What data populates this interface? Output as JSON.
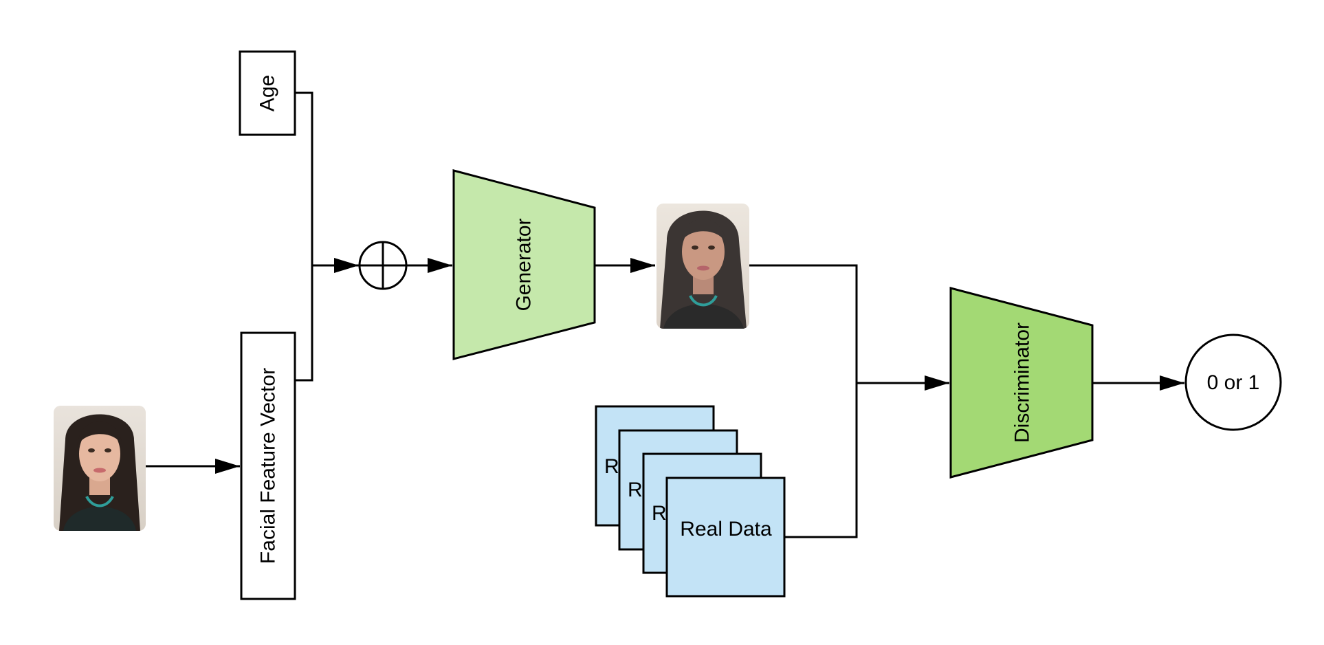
{
  "labels": {
    "age": "Age",
    "facial_feature_vector": "Facial Feature Vector",
    "generator": "Generator",
    "discriminator": "Discriminator",
    "output": "0 or 1",
    "real_data": "Real Data",
    "real_data_partial": "R"
  },
  "colors": {
    "generator_fill": "#c5e8ab",
    "discriminator_fill": "#a3d974",
    "real_data_fill": "#c3e3f6",
    "stroke": "#000000",
    "background": "#ffffff"
  },
  "icons": {
    "concat_operator": "circled-plus-icon",
    "input_photo": "young-face-photo",
    "output_photo": "aged-face-photo"
  }
}
